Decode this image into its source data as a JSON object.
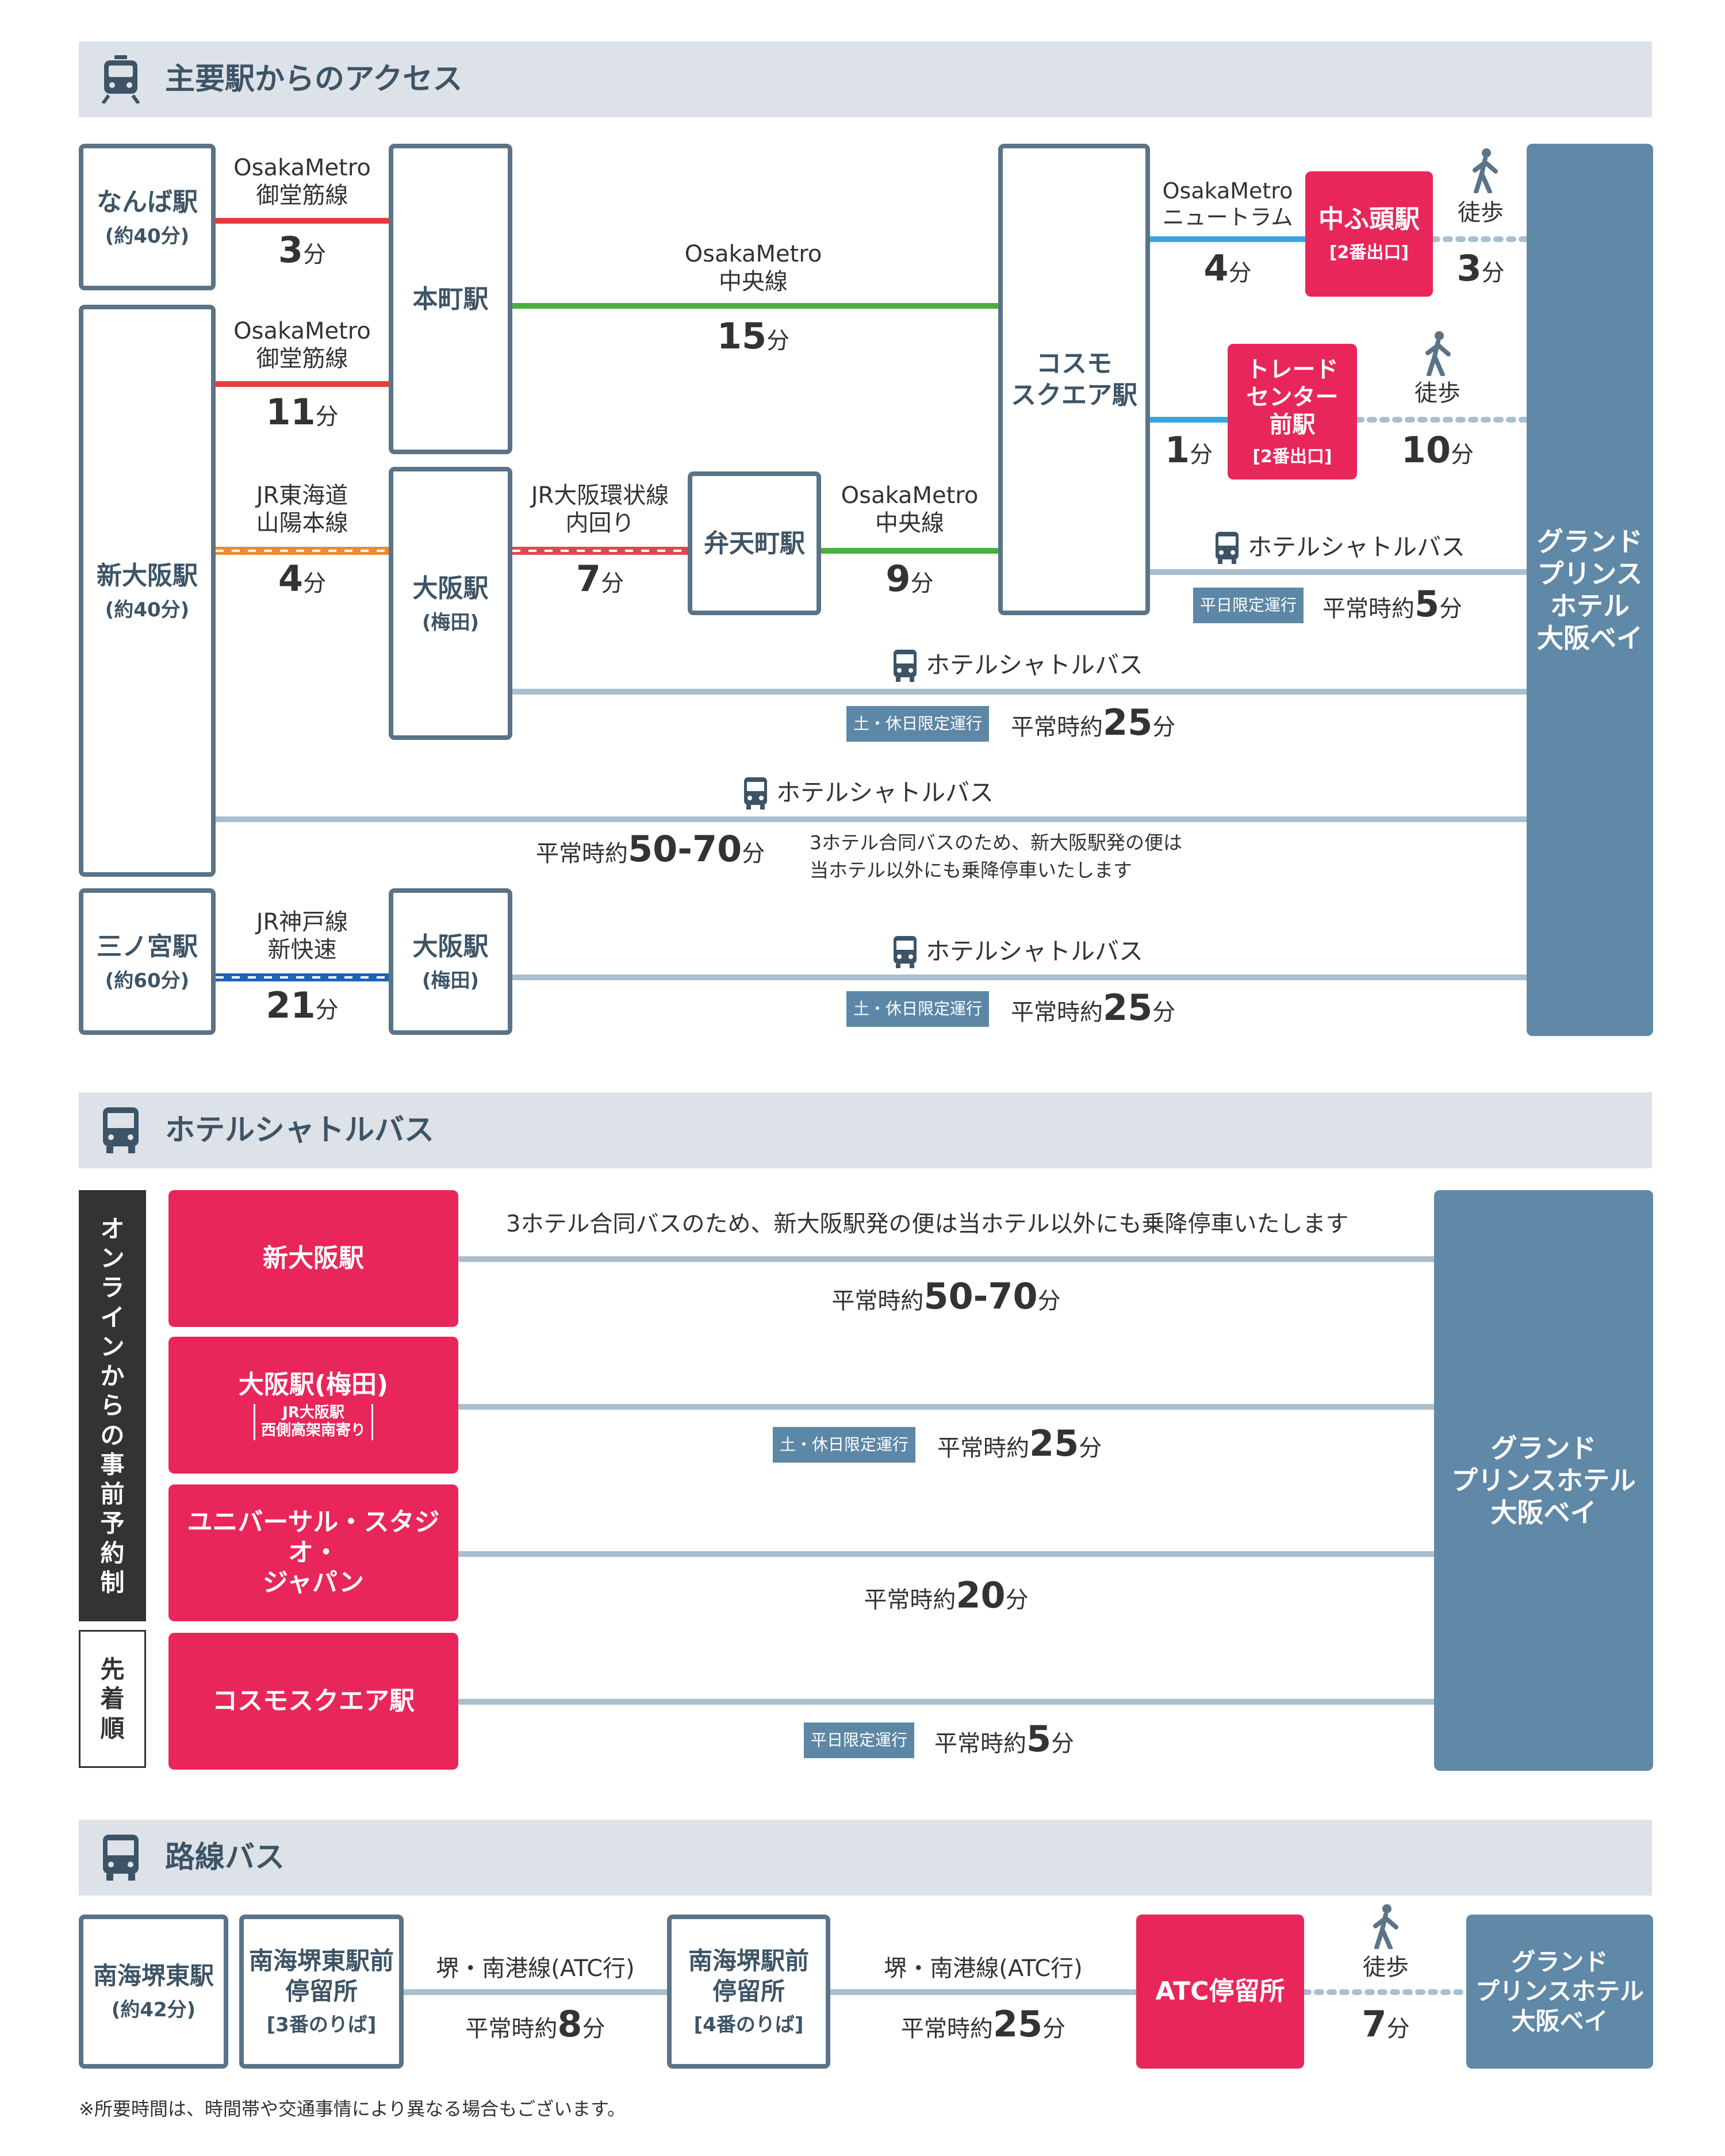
{
  "colors": {
    "header_bg": "#dde2e8",
    "header_text": "#3d5466",
    "station_border": "#5b7386",
    "pink": "#e8265a",
    "dest_blue": "#6088a7",
    "tag_blue": "#5d87a6",
    "line_red": "#e63c3c",
    "line_green": "#4caf3f",
    "line_orange": "#f08a2c",
    "line_redjr": "#e0474f",
    "line_blue": "#1e63b5",
    "line_cyan": "#3aa5dd",
    "line_gray": "#a9bfce"
  },
  "section1": {
    "title": "主要駅からのアクセス",
    "icon": "train-icon",
    "stations": {
      "namba": {
        "name": "なんば駅",
        "sub": "(約40分)"
      },
      "shinosaka": {
        "name": "新大阪駅",
        "sub": "(約40分)"
      },
      "sannomiya": {
        "name": "三ノ宮駅",
        "sub": "(約60分)"
      },
      "honmachi": {
        "name": "本町駅"
      },
      "osaka1": {
        "name": "大阪駅",
        "sub": "(梅田)"
      },
      "osaka2": {
        "name": "大阪駅",
        "sub": "(梅田)"
      },
      "bentencho": {
        "name": "弁天町駅"
      },
      "cosmo_l1": "コスモ",
      "cosmo_l2": "スクエア駅",
      "nakafuto": {
        "name": "中ふ頭駅",
        "sub": "[2番出口]"
      },
      "trade_l1": "トレード",
      "trade_l2": "センター",
      "trade_l3": "前駅",
      "trade_sub": "[2番出口]",
      "dest_l1": "グランド",
      "dest_l2": "プリンス",
      "dest_l3": "ホテル",
      "dest_l4": "大阪ベイ"
    },
    "routes": {
      "namba_line1": "OsakaMetro",
      "namba_line2": "御堂筋線",
      "namba_min": "3",
      "namba_unit": "分",
      "shin_line1": "OsakaMetro",
      "shin_line2": "御堂筋線",
      "shin_min": "11",
      "shin_unit": "分",
      "chuo1_line1": "OsakaMetro",
      "chuo1_line2": "中央線",
      "chuo1_min": "15",
      "chuo1_unit": "分",
      "jr1_line1": "JR東海道",
      "jr1_line2": "山陽本線",
      "jr1_min": "4",
      "jr1_unit": "分",
      "loop_line1": "JR大阪環状線",
      "loop_line2": "内回り",
      "loop_min": "7",
      "loop_unit": "分",
      "chuo2_line1": "OsakaMetro",
      "chuo2_line2": "中央線",
      "chuo2_min": "9",
      "chuo2_unit": "分",
      "nt_line1": "OsakaMetro",
      "nt_line2": "ニュートラム",
      "nt_min": "4",
      "nt_unit": "分",
      "walk1_label": "徒歩",
      "walk1_min": "3",
      "walk1_unit": "分",
      "nt2_min": "1",
      "nt2_unit": "分",
      "walk2_label": "徒歩",
      "walk2_min": "10",
      "walk2_unit": "分",
      "jrkobe_line1": "JR神戸線",
      "jrkobe_line2": "新快速",
      "jrkobe_min": "21",
      "jrkobe_unit": "分"
    },
    "buses": {
      "cosmo_bus": "ホテルシャトルバス",
      "cosmo_tag": "平日限定運行",
      "cosmo_pre": "平常時約",
      "cosmo_min": "5",
      "cosmo_unit": "分",
      "osaka1_bus": "ホテルシャトルバス",
      "osaka1_tag": "土・休日限定運行",
      "osaka1_pre": "平常時約",
      "osaka1_min": "25",
      "osaka1_unit": "分",
      "shin_bus": "ホテルシャトルバス",
      "shin_pre": "平常時約",
      "shin_min": "50-70",
      "shin_unit": "分",
      "shin_note1": "3ホテル合同バスのため、新大阪駅発の便は",
      "shin_note2": "当ホテル以外にも乗降停車いたします",
      "osaka2_bus": "ホテルシャトルバス",
      "osaka2_tag": "土・休日限定運行",
      "osaka2_pre": "平常時約",
      "osaka2_min": "25",
      "osaka2_unit": "分"
    }
  },
  "section2": {
    "title": "ホテルシャトルバス",
    "icon": "bus-icon",
    "side_reserve": [
      "オ",
      "ン",
      "ラ",
      "イ",
      "ン",
      "か",
      "ら",
      "の",
      "事",
      "前",
      "予",
      "約",
      "制"
    ],
    "side_first": [
      "先",
      "着",
      "順"
    ],
    "origins": {
      "o1": "新大阪駅",
      "o2": "大阪駅(梅田)",
      "o2_sub1": "JR大阪駅",
      "o2_sub2": "西側高架南寄り",
      "o3_l1": "ユニバーサル・スタジオ・",
      "o3_l2": "ジャパン",
      "o4": "コスモスクエア駅"
    },
    "dest_l1": "グランド",
    "dest_l2": "プリンスホテル",
    "dest_l3": "大阪ベイ",
    "r1_note": "3ホテル合同バスのため、新大阪駅発の便は当ホテル以外にも乗降停車いたします",
    "r1_pre": "平常時約",
    "r1_min": "50-70",
    "r1_unit": "分",
    "r2_tag": "土・休日限定運行",
    "r2_pre": "平常時約",
    "r2_min": "25",
    "r2_unit": "分",
    "r3_pre": "平常時約",
    "r3_min": "20",
    "r3_unit": "分",
    "r4_tag": "平日限定運行",
    "r4_pre": "平常時約",
    "r4_min": "5",
    "r4_unit": "分"
  },
  "section3": {
    "title": "路線バス",
    "icon": "bus-icon",
    "s1_name": "南海堺東駅",
    "s1_sub": "(約42分)",
    "s2_l1": "南海堺東駅前",
    "s2_l2": "停留所",
    "s2_sub": "[3番のりば]",
    "s3_l1": "南海堺駅前",
    "s3_l2": "停留所",
    "s3_sub": "[4番のりば]",
    "atc": "ATC停留所",
    "dest_l1": "グランド",
    "dest_l2": "プリンスホテル",
    "dest_l3": "大阪ベイ",
    "r1_line": "堺・南港線(ATC行)",
    "r1_pre": "平常時約",
    "r1_min": "8",
    "r1_unit": "分",
    "r2_line": "堺・南港線(ATC行)",
    "r2_pre": "平常時約",
    "r2_min": "25",
    "r2_unit": "分",
    "walk_label": "徒歩",
    "walk_min": "7",
    "walk_unit": "分"
  },
  "footnote": "※所要時間は、時間帯や交通事情により異なる場合もございます。"
}
